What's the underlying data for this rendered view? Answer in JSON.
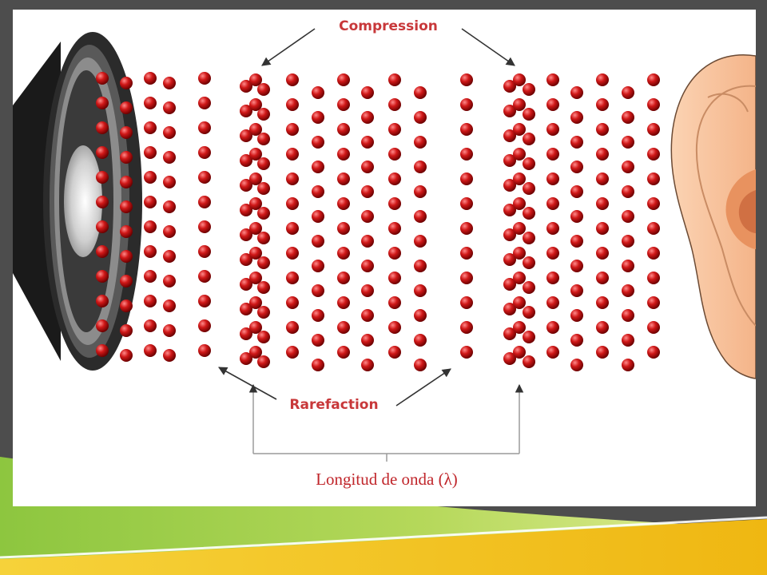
{
  "diagram": {
    "compression_label": "Compression",
    "rarefaction_label": "Rarefaction",
    "wavelength_label": "Longitud de onda (λ)"
  },
  "colors": {
    "particle": "#d01818",
    "particle_highlight": "#ff8a8a",
    "speaker_body": "#2e2e2e",
    "ear_skin": "#f7c6a2",
    "arrow": "#333333",
    "text_red": "#c8383a",
    "slide_green": "#9ccc3c",
    "slide_yellow": "#f2c320",
    "slide_gray": "#4d4d4d"
  },
  "icons": [
    "speaker-icon",
    "ear-icon"
  ]
}
